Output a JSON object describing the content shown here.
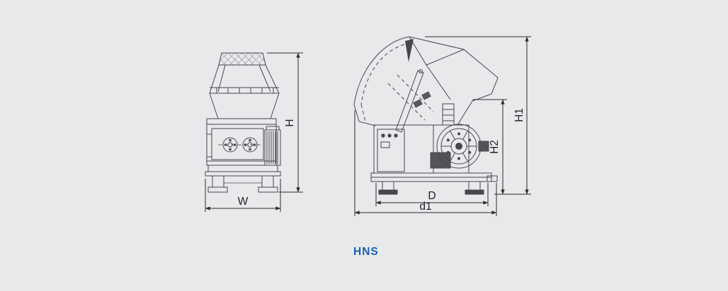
{
  "page": {
    "background": "#e8e9eb"
  },
  "model_label": "HNS",
  "colors": {
    "accent": "#1a5fae",
    "line": "#46474b",
    "dimension": "#2b2c2e"
  },
  "front_view": {
    "width": "W",
    "height": "H"
  },
  "side_view": {
    "depth": "D",
    "overall_depth": "d1",
    "overall_height": "H1",
    "upper_height": "H2"
  }
}
